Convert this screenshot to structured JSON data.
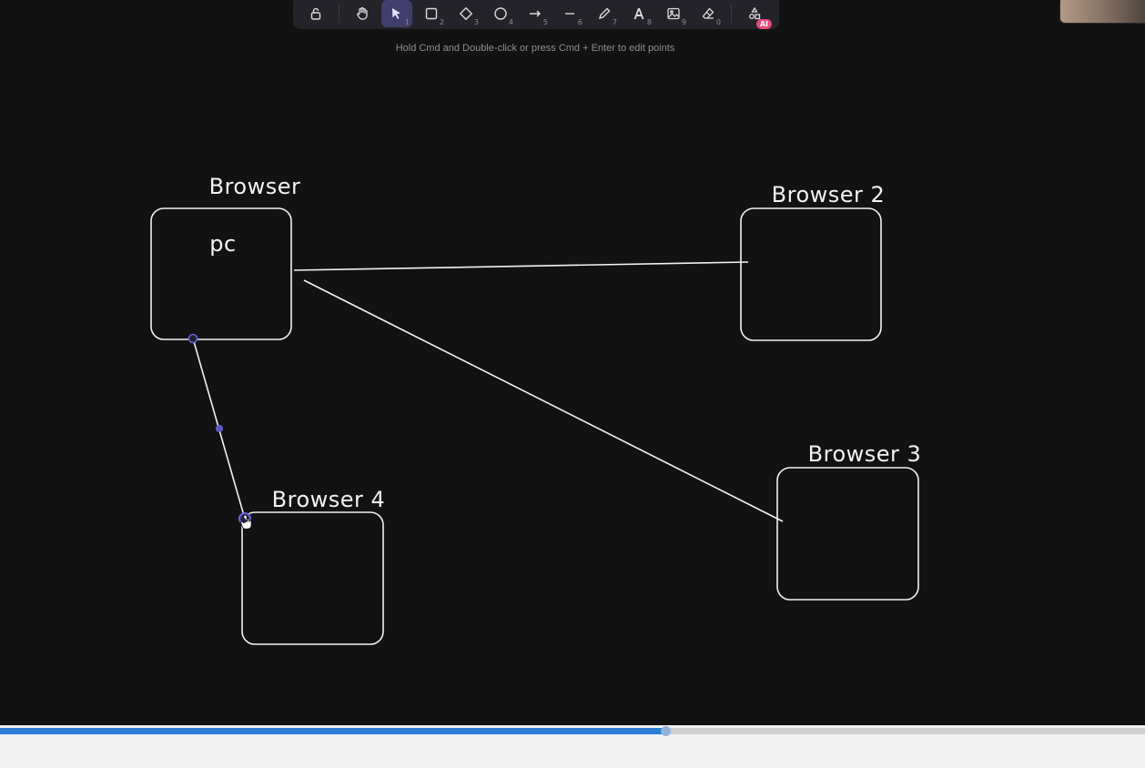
{
  "toolbar": {
    "tools": [
      {
        "name": "lock",
        "key": ""
      },
      {
        "name": "hand",
        "key": ""
      },
      {
        "name": "selection",
        "key": "1"
      },
      {
        "name": "rectangle",
        "key": "2"
      },
      {
        "name": "diamond",
        "key": "3"
      },
      {
        "name": "ellipse",
        "key": "4"
      },
      {
        "name": "arrow",
        "key": "5"
      },
      {
        "name": "line",
        "key": "6"
      },
      {
        "name": "draw",
        "key": "7"
      },
      {
        "name": "text",
        "key": "8"
      },
      {
        "name": "image",
        "key": "9"
      },
      {
        "name": "eraser",
        "key": "0"
      },
      {
        "name": "more-tools",
        "key": ""
      }
    ],
    "active_tool": "selection",
    "ai_badge": "AI"
  },
  "hint": "Hold Cmd and Double-click or press Cmd + Enter to edit points",
  "diagram": {
    "labels": {
      "browser1": "Browser",
      "browser1_inner": "pc",
      "browser2": "Browser 2",
      "browser3": "Browser 3",
      "browser4": "Browser 4"
    }
  },
  "colors": {
    "canvas": "#121212",
    "stroke": "#f3f3f3",
    "selection": "#6965db",
    "progress": "#2a7fd4"
  },
  "video": {
    "progress_fraction": 0.581
  }
}
